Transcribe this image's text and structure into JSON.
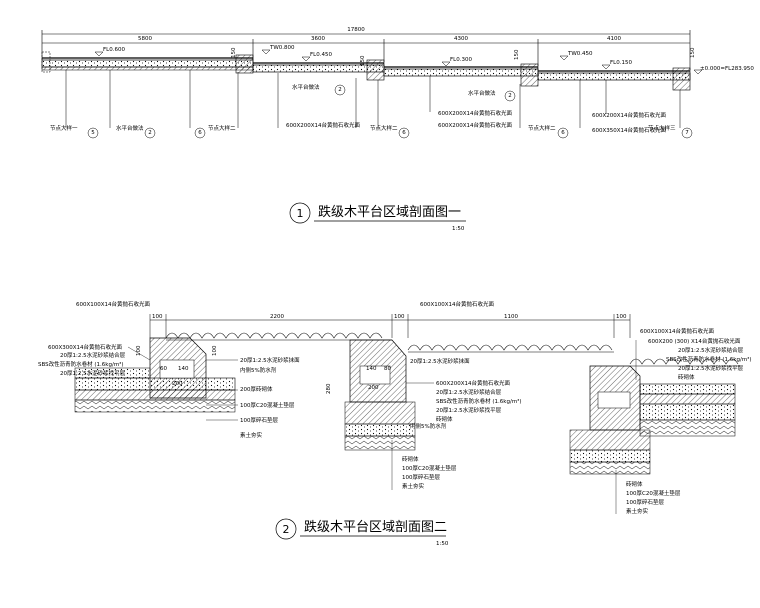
{
  "section1": {
    "dims_top_total": "17800",
    "dims_top": [
      "5800",
      "3600",
      "4300",
      "4100"
    ],
    "levels": [
      "FL0.600",
      "TW0.800",
      "FL0.450",
      "FL0.300",
      "TW0.450",
      "FL0.150",
      "±0.000=FL283.950"
    ],
    "vert_dims": [
      "150",
      "150",
      "150",
      "150"
    ],
    "leaders": [
      "水平台做法",
      "600X200X14台黄抛石收光面",
      "600X200X14台黄抛石收光面",
      "600X200X14台黄抛石收光面",
      "水平台做法",
      "600X200X14台黄抛石收光面",
      "600X350X14台黄抛石收光面"
    ],
    "callouts": [
      {
        "label": "节点大样一",
        "num": "5"
      },
      {
        "label": "水平台做法",
        "num": "2"
      },
      {
        "label": "节点大样二",
        "num": "6"
      },
      {
        "label": "水平台做法",
        "num": "2"
      },
      {
        "label": "节点大样二",
        "num": "6"
      },
      {
        "label": "水平台做法",
        "num": "2"
      },
      {
        "label": "节点大样二",
        "num": "6"
      },
      {
        "label": "节点大样三",
        "num": "7"
      }
    ],
    "title_num": "1",
    "title": "跌级木平台区域剖面图一",
    "scale": "1:50"
  },
  "section2": {
    "dims_top": [
      "100",
      "2200",
      "100",
      "1100",
      "100"
    ],
    "top_labels": [
      "600X100X14台黄抛石收光面",
      "600X100X14台黄抛石收光面",
      "600X100X14台黄抛石收光面"
    ],
    "left_notes": [
      "600X300X14台黄抛石收光面",
      "20厚1:2.5水泥砂浆结合层",
      "SBS改性沥青防水卷材 (1.6kg/m³)",
      "20厚1:2.5水泥砂浆找平层"
    ],
    "left_dims": [
      "100",
      "60",
      "140",
      "200"
    ],
    "mid_notes": [
      "20厚1:2.5水泥砂浆抹面",
      "内侧5%防水剂",
      "200厚砖砌体",
      "100厚C20混凝土垫层",
      "100厚碎石垫层",
      "素土夯实"
    ],
    "mid_dims": [
      "100",
      "280",
      "140",
      "80",
      "200"
    ],
    "center_notes": [
      "600X200X14台黄抛石收光面",
      "20厚1:2.5水泥砂浆结合层",
      "SBS改性沥青防水卷材 (1.6kg/m³)",
      "20厚1:2.5水泥砂浆找平层",
      "砖砌体"
    ],
    "center_side": [
      "20厚1:2.5水泥砂浆抹面",
      "内侧5%防水剂"
    ],
    "center_base": [
      "砖砌体",
      "100厚C20混凝土垫层",
      "100厚碎石垫层",
      "素土夯实"
    ],
    "right_notes": [
      "600X200 (300) X14台黄抛石收光面",
      "20厚1:2.5水泥砂浆结合层",
      "SBS改性沥青防水卷材 (1.6kg/m³)",
      "20厚1:2.5水泥砂浆找平层",
      "砖砌体"
    ],
    "right_base": [
      "砖砌体",
      "100厚C20混凝土垫层",
      "100厚碎石垫层",
      "素土夯实"
    ],
    "title_num": "2",
    "title": "跌级木平台区域剖面图二",
    "scale": "1:50"
  }
}
